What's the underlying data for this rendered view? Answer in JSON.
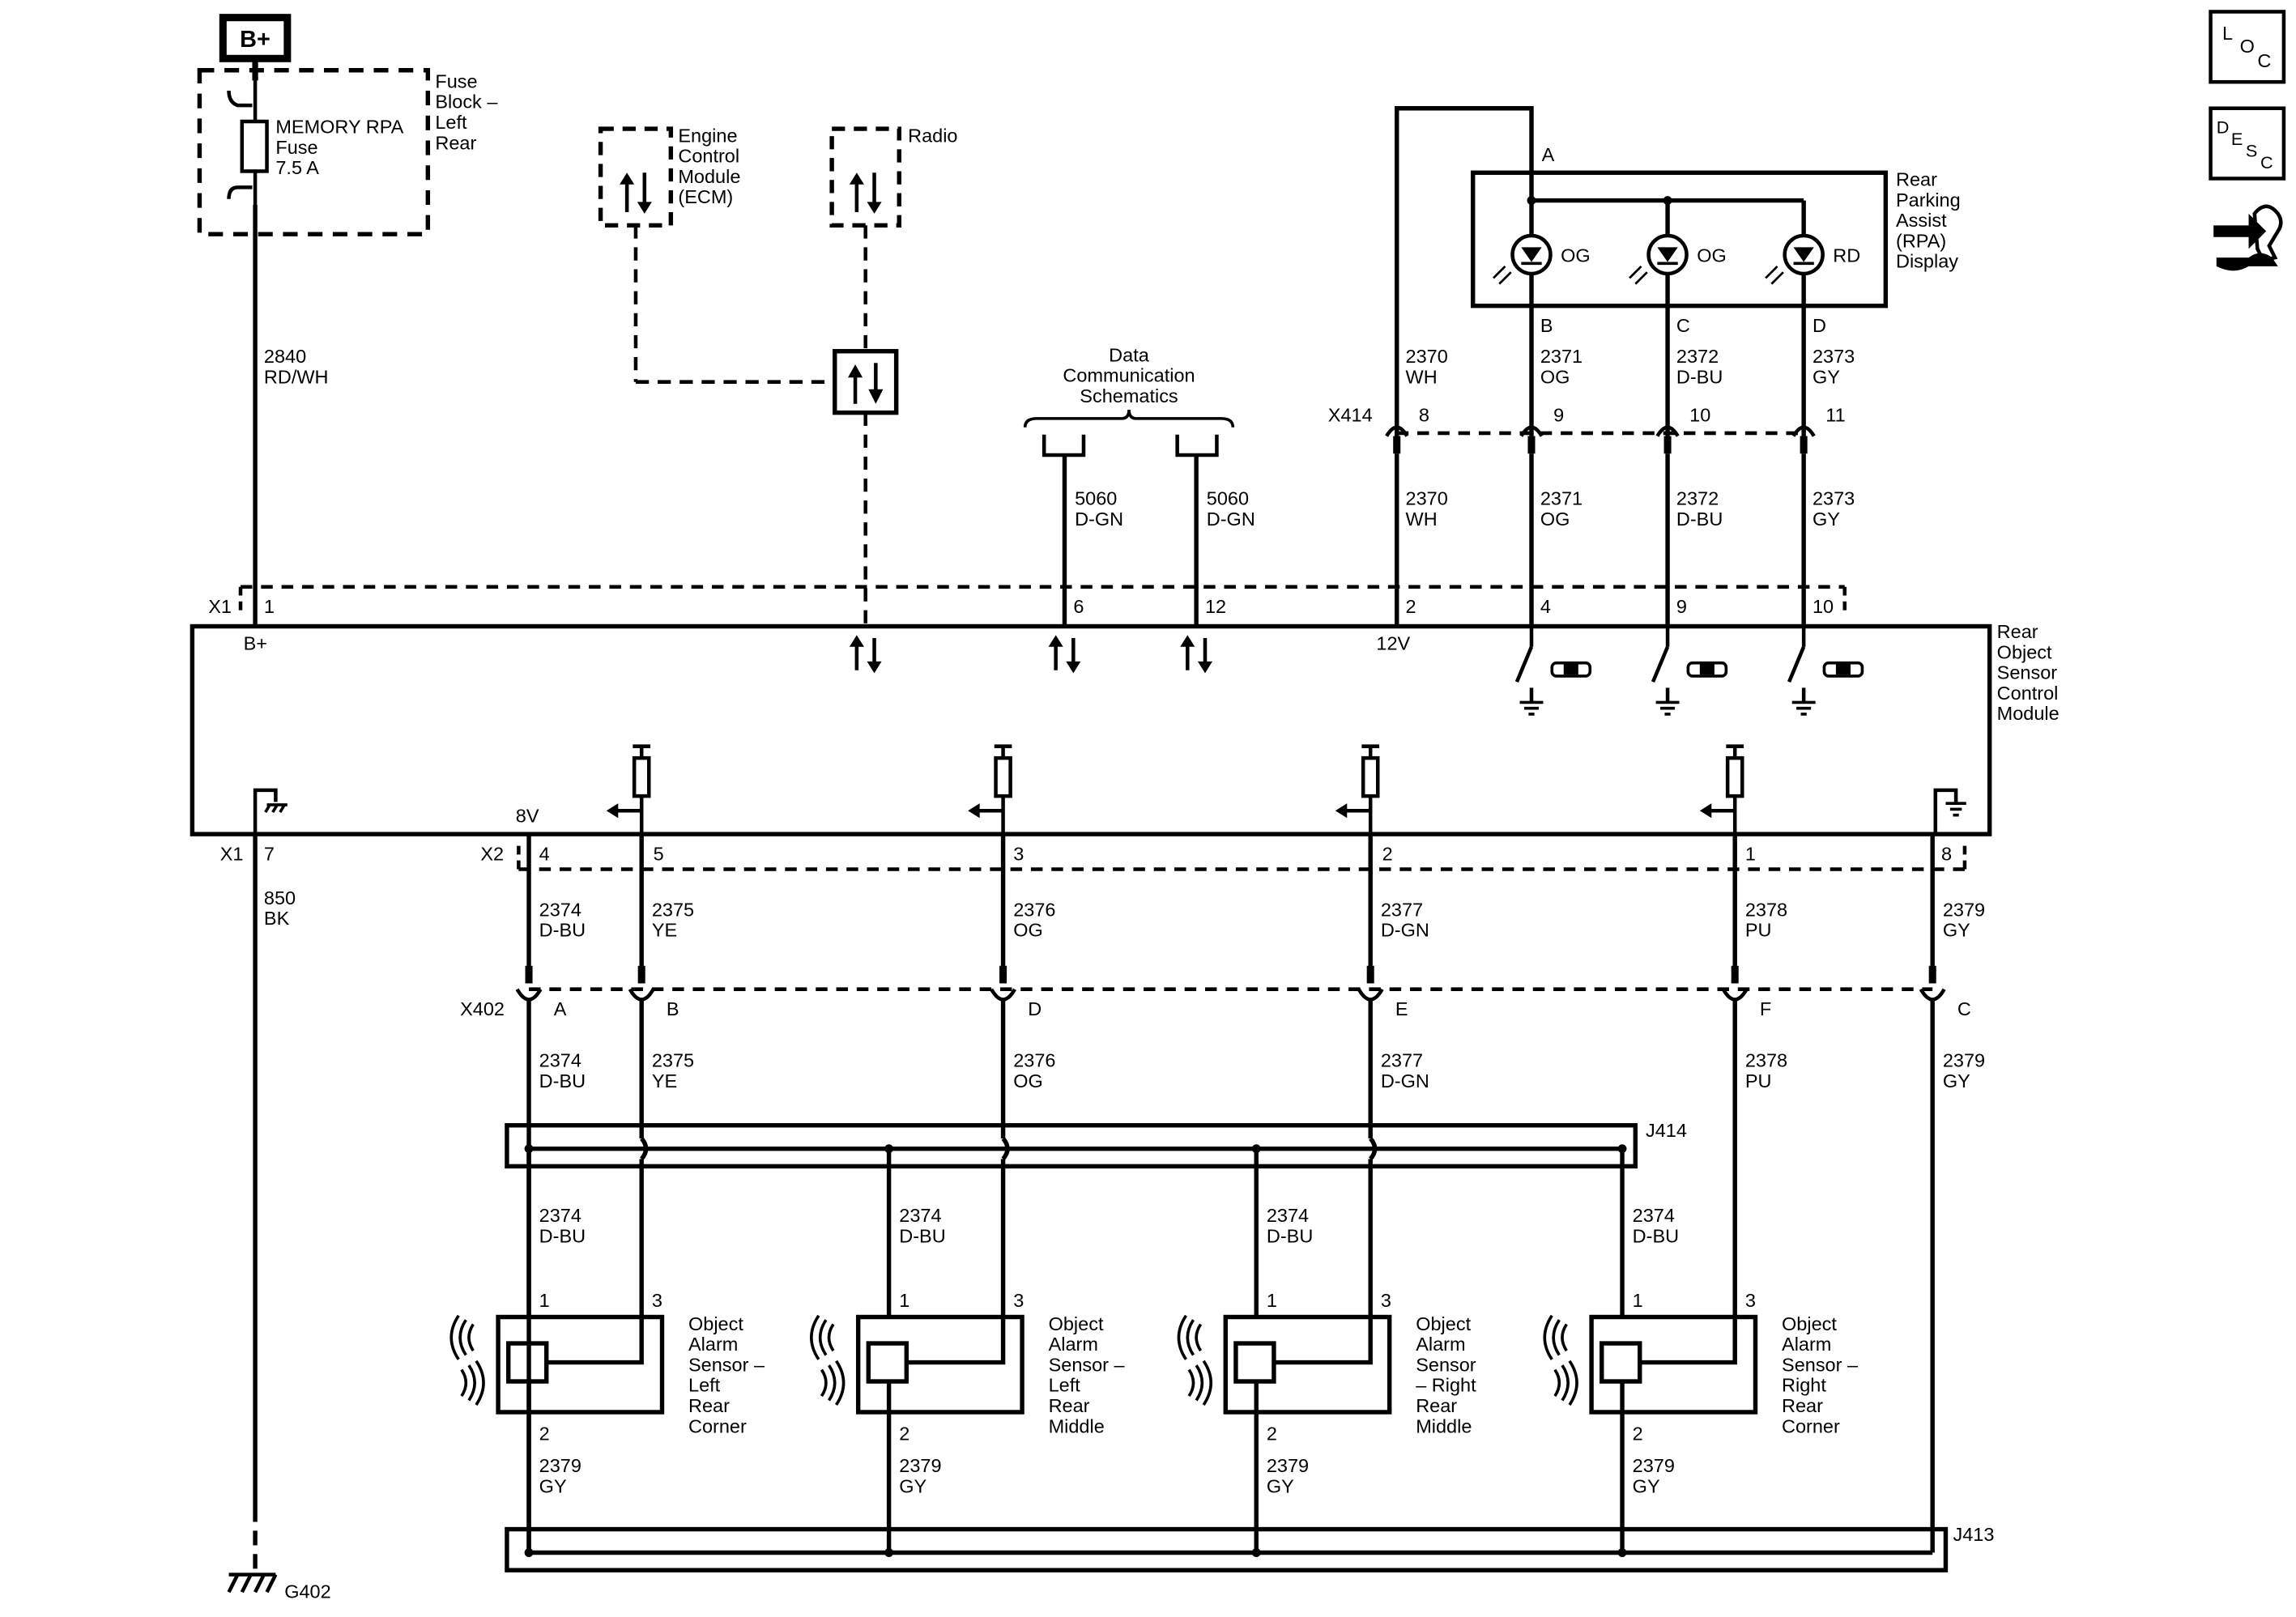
{
  "power_label": "B+",
  "fuse_block_label": [
    "Fuse",
    "Block –",
    "Left",
    "Rear"
  ],
  "fuse_label": [
    "MEMORY RPA",
    "Fuse",
    "7.5 A"
  ],
  "wire_2840": [
    "2840",
    "RD/WH"
  ],
  "ecm_label": [
    "Engine",
    "Control",
    "Module",
    "(ECM)"
  ],
  "radio_label": "Radio",
  "data_comm_label": [
    "Data",
    "Communication",
    "Schematics"
  ],
  "rpa_display_label": [
    "Rear",
    "Parking",
    "Assist",
    "(RPA)",
    "Display"
  ],
  "rpa_pin_a": "A",
  "leds": [
    "OG",
    "OG",
    "RD"
  ],
  "rpa_pins": [
    "B",
    "C",
    "D"
  ],
  "x414_label": "X414",
  "x414_pins": [
    "8",
    "9",
    "10",
    "11"
  ],
  "upper_wires": [
    [
      "2370",
      "WH"
    ],
    [
      "2371",
      "OG"
    ],
    [
      "2372",
      "D-BU"
    ],
    [
      "2373",
      "GY"
    ]
  ],
  "lower_wires": [
    [
      "2370",
      "WH"
    ],
    [
      "2371",
      "OG"
    ],
    [
      "2372",
      "D-BU"
    ],
    [
      "2373",
      "GY"
    ]
  ],
  "data_wires": [
    [
      "5060",
      "D-GN"
    ],
    [
      "5060",
      "D-GN"
    ]
  ],
  "x1_label": "X1",
  "x1_top_pins": [
    "1",
    "6",
    "12",
    "2",
    "4",
    "9",
    "10"
  ],
  "module_label": [
    "Rear",
    "Object",
    "Sensor",
    "Control",
    "Module"
  ],
  "module_bplus": "B+",
  "module_12v": "12V",
  "module_8v": "8V",
  "x1_bottom_label": "X1",
  "x1_pin7": "7",
  "x2_label": "X2",
  "x2_pins": [
    "4",
    "5",
    "3",
    "2",
    "1",
    "8"
  ],
  "wire_850": [
    "850",
    "BK"
  ],
  "x2_wires": [
    [
      "2374",
      "D-BU"
    ],
    [
      "2375",
      "YE"
    ],
    [
      "2376",
      "OG"
    ],
    [
      "2377",
      "D-GN"
    ],
    [
      "2378",
      "PU"
    ],
    [
      "2379",
      "GY"
    ]
  ],
  "x402_label": "X402",
  "x402_pins": [
    "A",
    "B",
    "D",
    "E",
    "F",
    "C"
  ],
  "x402_wires": [
    [
      "2374",
      "D-BU"
    ],
    [
      "2375",
      "YE"
    ],
    [
      "2376",
      "OG"
    ],
    [
      "2377",
      "D-GN"
    ],
    [
      "2378",
      "PU"
    ],
    [
      "2379",
      "GY"
    ]
  ],
  "j414_label": "J414",
  "j413_label": "J413",
  "sensor_in_wires": [
    [
      "2374",
      "D-BU"
    ],
    [
      "2374",
      "D-BU"
    ],
    [
      "2374",
      "D-BU"
    ],
    [
      "2374",
      "D-BU"
    ]
  ],
  "sensor_out_wires": [
    [
      "2379",
      "GY"
    ],
    [
      "2379",
      "GY"
    ],
    [
      "2379",
      "GY"
    ],
    [
      "2379",
      "GY"
    ]
  ],
  "sensor_pins": [
    "1",
    "3",
    "2"
  ],
  "sensors": [
    [
      "Object",
      "Alarm",
      "Sensor –",
      "Left",
      "Rear",
      "Corner"
    ],
    [
      "Object",
      "Alarm",
      "Sensor –",
      "Left",
      "Rear",
      "Middle"
    ],
    [
      "Object",
      "Alarm",
      "Sensor",
      "– Right",
      "Rear",
      "Middle"
    ],
    [
      "Object",
      "Alarm",
      "Sensor –",
      "Right",
      "Rear",
      "Corner"
    ]
  ],
  "ground_label": "G402",
  "side_icons": {
    "loc": [
      "L",
      "O",
      "C"
    ],
    "desc": [
      "D",
      "E",
      "S",
      "C"
    ]
  },
  "icons": [
    "loc-icon",
    "desc-icon",
    "connector-tool-icon",
    "sensor-wave-icon",
    "ground-icon",
    "led-icon",
    "switch-icon",
    "resistor-icon",
    "serial-data-icon"
  ]
}
